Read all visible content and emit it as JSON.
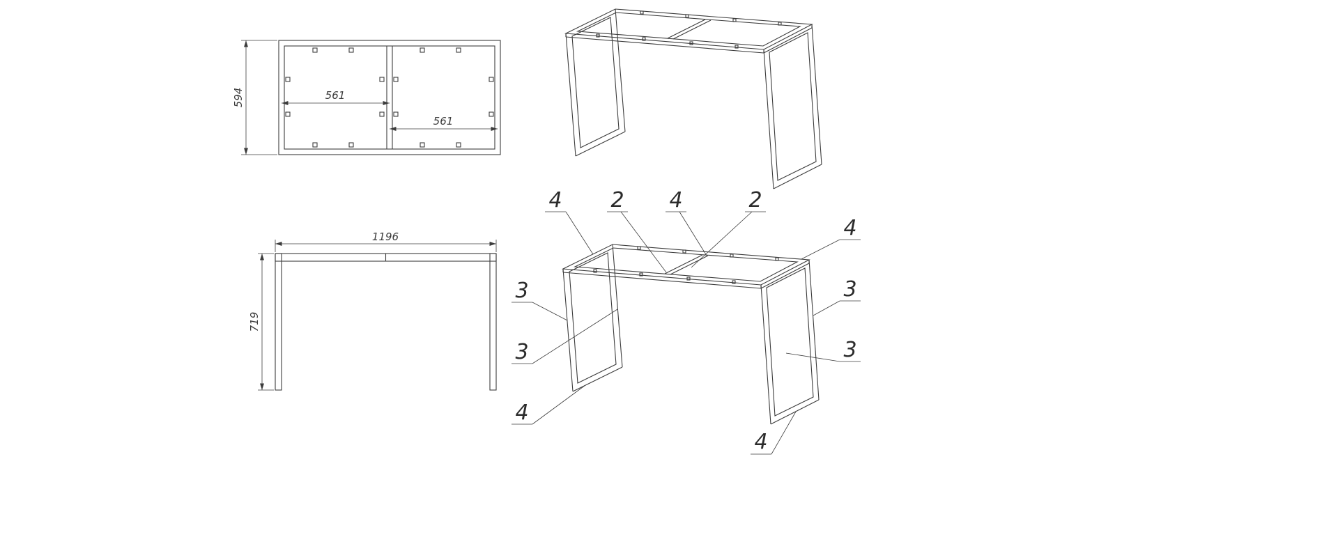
{
  "drawing": {
    "colors": {
      "line": "#3c3c3c",
      "background": "#ffffff"
    },
    "top_view": {
      "height_dim": "594",
      "bay1_dim": "561",
      "bay2_dim": "561"
    },
    "front_view": {
      "width_dim": "1196",
      "height_dim": "719"
    },
    "callouts": {
      "frame_top_left": "4",
      "crossbar_left": "2",
      "bracket_center": "4",
      "crossbar_right": "2",
      "frame_top_right": "4",
      "left_leg_front": "3",
      "left_leg_back": "3",
      "left_foot": "4",
      "right_leg_back": "3",
      "right_leg_front": "3",
      "right_foot": "4"
    }
  }
}
